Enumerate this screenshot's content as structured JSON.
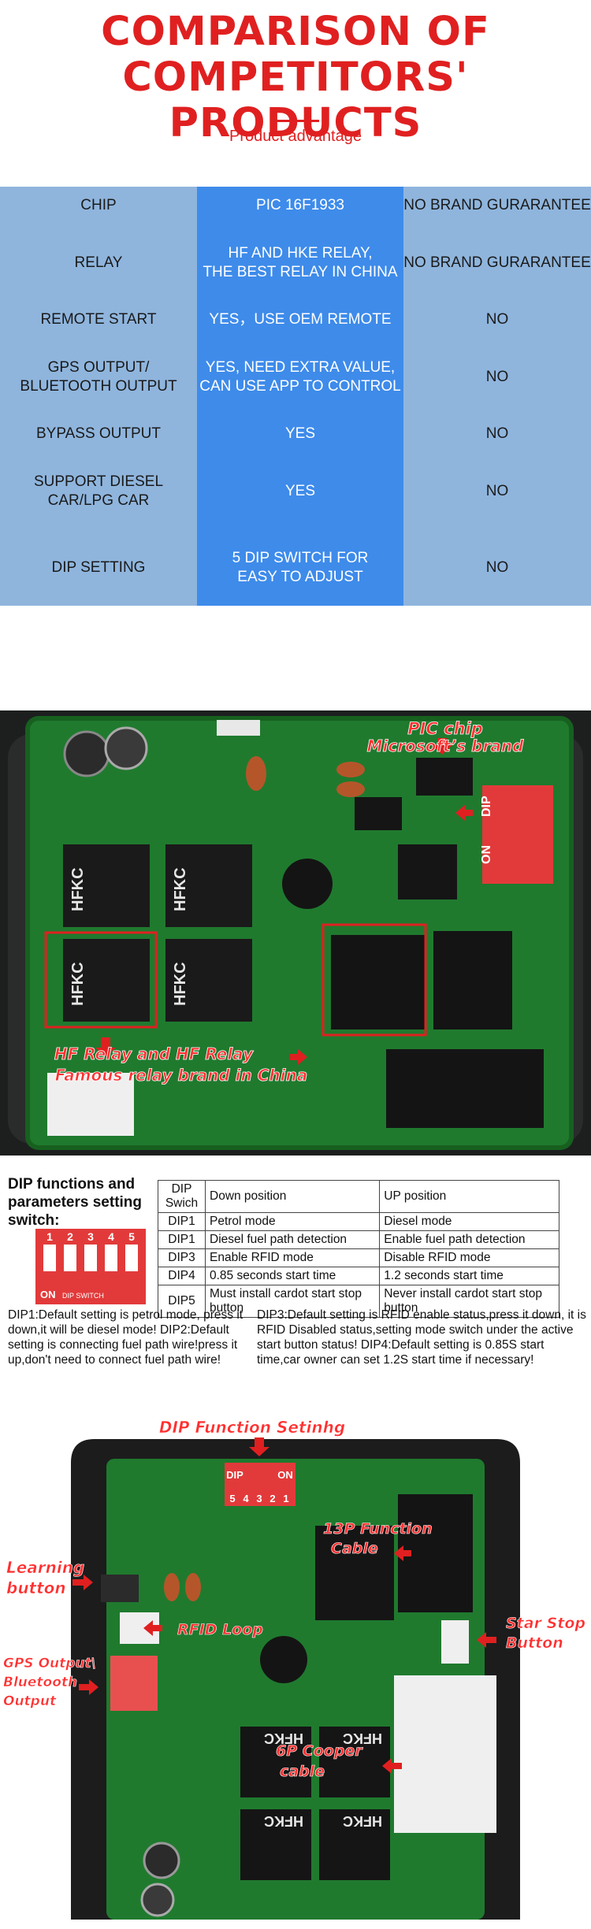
{
  "hero": {
    "title_line1": "COMPARISON OF",
    "title_line2": "COMPETITORS' PRODUCTS",
    "subtitle": "Product advantage"
  },
  "comparison": {
    "rows": [
      {
        "feature": "CHIP",
        "ours": "PIC 16F1933",
        "others": "NO BRAND GURARANTEE"
      },
      {
        "feature": "RELAY",
        "ours": "HF AND HKE RELAY,\nTHE BEST RELAY IN CHINA",
        "others": "NO BRAND GURARANTEE"
      },
      {
        "feature": "REMOTE START",
        "ours": "YES，USE OEM REMOTE",
        "others": "NO"
      },
      {
        "feature": "GPS OUTPUT/\nBLUETOOTH OUTPUT",
        "ours": "YES, NEED EXTRA VALUE,\nCAN USE APP TO CONTROL",
        "others": "NO"
      },
      {
        "feature": "BYPASS OUTPUT",
        "ours": "YES",
        "others": "NO"
      },
      {
        "feature": "SUPPORT DIESEL\nCAR/LPG CAR",
        "ours": "YES",
        "others": "NO"
      },
      {
        "feature": "DIP SETTING",
        "ours": "5 DIP SWITCH FOR\nEASY TO ADJUST",
        "others": "NO"
      }
    ]
  },
  "photo1": {
    "label_chip_1": "PIC chip",
    "label_chip_2": "Microsoft’s brand",
    "label_relay_1": "HF Relay and HF Relay",
    "label_relay_2": "Famous relay brand in China",
    "relay_marks": [
      "HFKC",
      "HFKC",
      "HFKC",
      "HFKC"
    ],
    "dip_on": "ON",
    "dip_label": "DIP"
  },
  "dip": {
    "heading": "DIP functions and parameters setting switch:",
    "switch_numbers": [
      "1",
      "2",
      "3",
      "4",
      "5"
    ],
    "switch_on": "ON",
    "switch_caption": "DIP SWITCH",
    "table_header": [
      "DIP Swich",
      "Down position",
      "UP position"
    ],
    "table_rows": [
      [
        "DIP1",
        "Petrol mode",
        "Diesel mode"
      ],
      [
        "DIP1",
        "Diesel fuel path detection",
        "Enable fuel path detection"
      ],
      [
        "DIP3",
        "Enable RFID mode",
        "Disable RFID mode"
      ],
      [
        "DIP4",
        "0.85 seconds start time",
        "1.2 seconds start time"
      ],
      [
        "DIP5",
        "Must install cardot start stop button",
        "Never install cardot start stop button"
      ]
    ],
    "note_left": "DIP1:Default setting is petrol mode, press it down,it will be diesel mode! DIP2:Default setting is connecting fuel path wire!press it up,don't need to connect fuel path wire!",
    "note_right": "DIP3:Default setting is RFID enable status,press it down, it is RFID Disabled status,setting mode switch under the active start button status! DIP4:Default setting is 0.85S start time,car owner can set 1.2S start time if necessary!"
  },
  "photo2": {
    "label_dip": "DIP Function Setinhg",
    "label_13p_1": "13P Function",
    "label_13p_2": "Cable",
    "label_learning_1": "Learning",
    "label_learning_2": "button",
    "label_rfid": "RFID Loop",
    "label_star_1": "Star Stop",
    "label_star_2": "Button",
    "label_gps_1": "GPS Output\\",
    "label_gps_2": "Bluetooth",
    "label_gps_3": "Output",
    "label_6p_1": "6P Cooper",
    "label_6p_2": "cable",
    "dip_nums": [
      "1",
      "2",
      "3",
      "4",
      "5"
    ],
    "dip_on": "ON",
    "dip_mark": "DIP",
    "relay_marks": [
      "HFKC",
      "HFKC",
      "HFKC",
      "HFKC"
    ]
  },
  "colors": {
    "accent": "#e02020",
    "table_side": "#8fb5dd",
    "table_mid": "#3e8bea",
    "pcb": "#1f7a2e"
  }
}
